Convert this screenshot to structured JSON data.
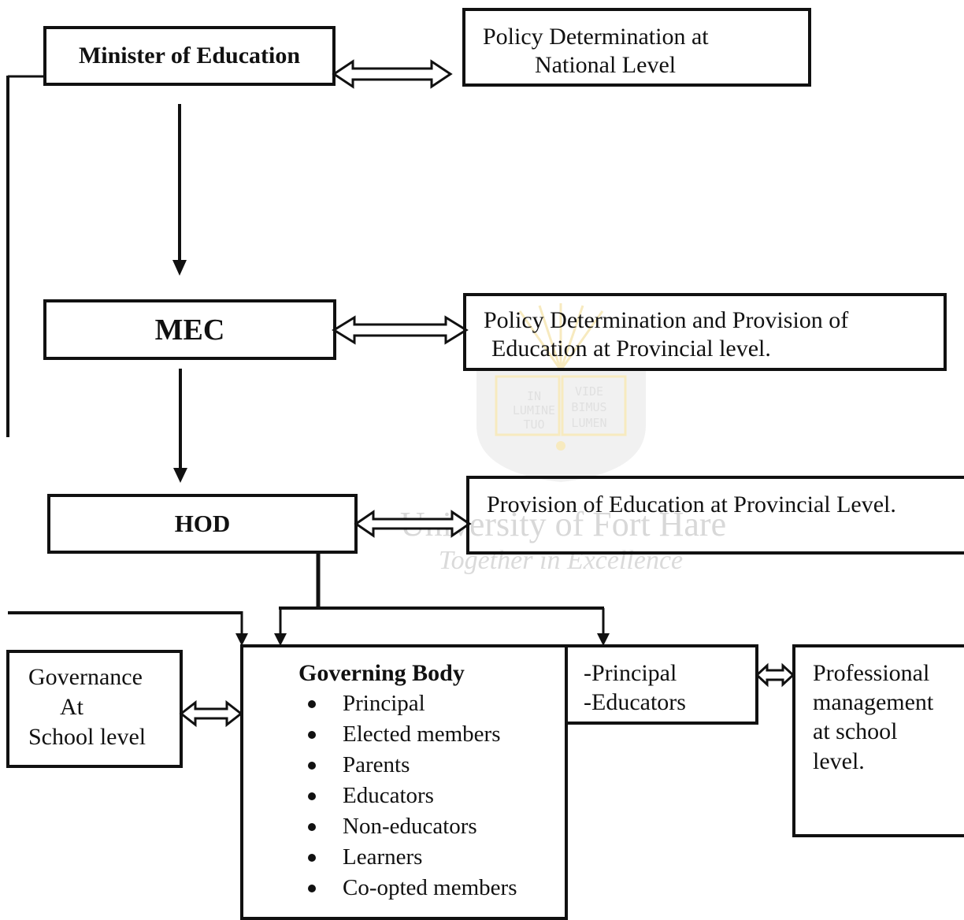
{
  "nodes": {
    "minister": {
      "label": "Minister of Education"
    },
    "policy_national": {
      "line1": "Policy Determination at",
      "line2": "National Level"
    },
    "mec": {
      "label": "MEC"
    },
    "policy_provincial": {
      "line1": "Policy Determination and Provision of",
      "line2": "Education at Provincial level."
    },
    "hod": {
      "label": "HOD"
    },
    "provision_provincial": {
      "label": "Provision of Education at Provincial Level."
    },
    "governance_school": {
      "line1": "Governance",
      "line2": "At",
      "line3": "School level"
    },
    "governing_body": {
      "title": "Governing Body",
      "members": [
        "Principal",
        "Elected members",
        "Parents",
        "Educators",
        "Non-educators",
        "Learners",
        "Co-opted members"
      ]
    },
    "principal_educators": {
      "line1": "-Principal",
      "line2": "-Educators"
    },
    "professional_mgmt": {
      "line1": "Professional",
      "line2": "management",
      "line3": "at school",
      "line4": "level."
    }
  },
  "watermark": {
    "crest_text_left": [
      "IN",
      "LUMINE",
      "TUO"
    ],
    "crest_text_right": [
      "VIDE",
      "BIMUS",
      "LUMEN"
    ],
    "name": "University of Fort Hare",
    "motto": "Together in Excellence",
    "colors": {
      "crest": "#e9c66a",
      "crest_fill": "#d9d9d9",
      "text": "#cfcfcf"
    }
  }
}
